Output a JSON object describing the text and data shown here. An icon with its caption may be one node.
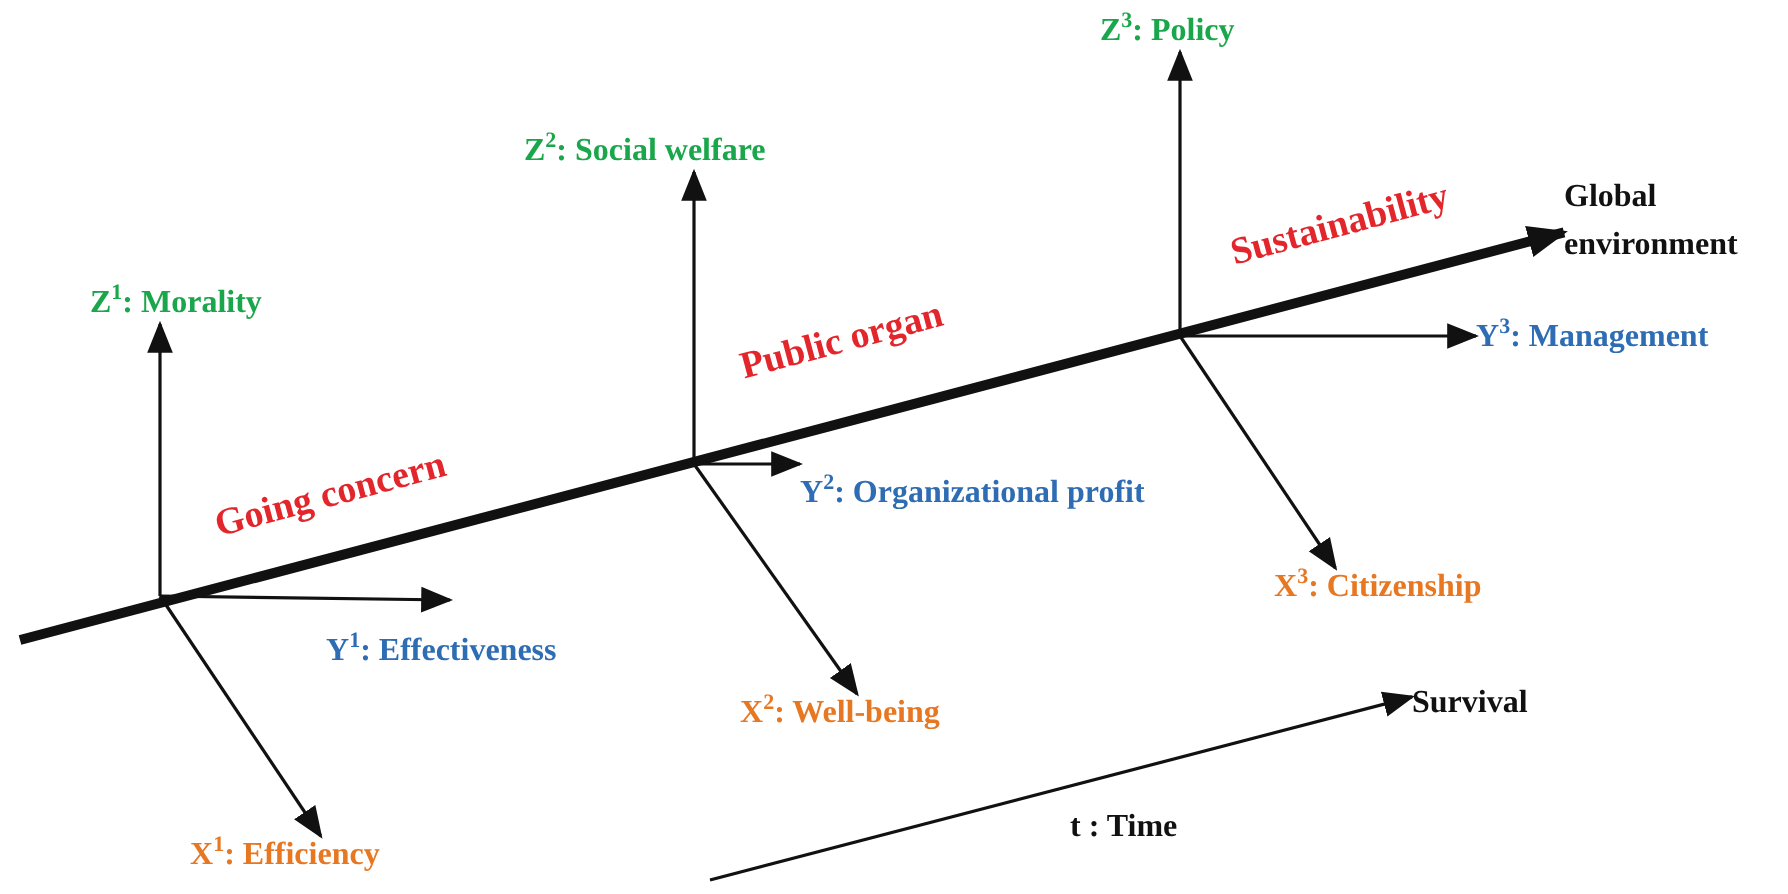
{
  "diagram": {
    "nodes": [
      {
        "text": [
          "Global environment"
        ]
      },
      {
        "text": [
          "Z$^{1}$: Morality"
        ]
      },
      {
        "text": [
          "Y$^{1}$: Effectiveness"
        ]
      },
      {
        "text": [
          "X$^{1}$: Efficiency"
        ]
      },
      {
        "text": [
          "Z$^{2}$: Social welfare"
        ]
      },
      {
        "text": [
          "Y$^{2}$: Organizational profit"
        ]
      },
      {
        "text": [
          "X$^{2}$: Well-being"
        ]
      },
      {
        "text": [
          "Z$^{3}$: Policy"
        ]
      },
      {
        "text": [
          "Y$^{3}$: Management"
        ]
      },
      {
        "text": [
          "X$^{3}$: Citizenship"
        ]
      },
      {
        "text": [
          "Survival"
        ]
      }
    ],
    "edges": [
      {
        "from": null,
        "to": 0,
        "arrow": "to",
        "style": "thick"
      },
      {
        "from": null,
        "to": 1,
        "arrow": "to"
      },
      {
        "from": null,
        "to": 2,
        "arrow": "to"
      },
      {
        "from": null,
        "to": 3,
        "arrow": "to"
      },
      {
        "from": null,
        "to": 4,
        "arrow": "to"
      },
      {
        "from": null,
        "to": 5,
        "arrow": "to"
      },
      {
        "from": null,
        "to": 6,
        "arrow": "to"
      },
      {
        "from": null,
        "to": 7,
        "arrow": "to"
      },
      {
        "from": null,
        "to": 8,
        "arrow": "to"
      },
      {
        "from": null,
        "to": 9,
        "arrow": "to"
      },
      {
        "from": null,
        "to": 10,
        "arrow": "to"
      }
    ],
    "labels": [
      "Going concern",
      "Public organ",
      "Sustainability",
      "t : Time"
    ]
  }
}
